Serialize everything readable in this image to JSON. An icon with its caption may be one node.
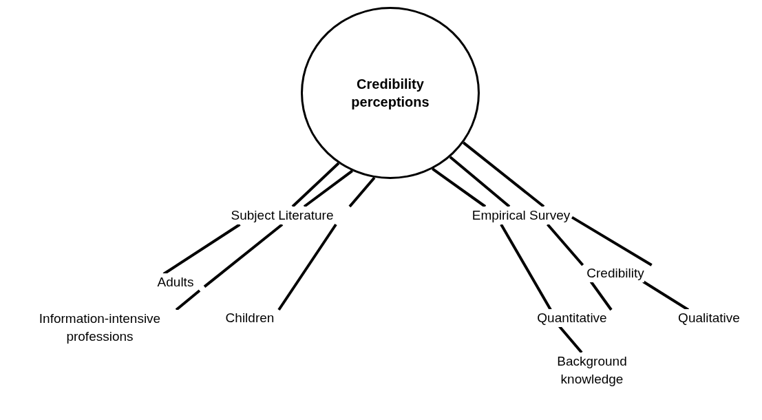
{
  "diagram": {
    "nodes": [
      {
        "text": [
          "Credibility perceptions"
        ]
      },
      {
        "text": [
          "Subject Literature"
        ]
      },
      {
        "text": [
          "Adults"
        ]
      },
      {
        "text": [
          "Information-intensive professions"
        ]
      },
      {
        "text": [
          "Children"
        ]
      },
      {
        "text": [
          "Empirical Survey"
        ]
      },
      {
        "text": [
          "Credibility"
        ]
      },
      {
        "text": [
          "Quantitative"
        ]
      },
      {
        "text": [
          "Qualitative"
        ]
      },
      {
        "text": [
          "Background knowledge"
        ]
      }
    ],
    "edges": [
      {
        "from": 0,
        "to": 1,
        "arrow": "none"
      },
      {
        "from": 0,
        "to": 1,
        "arrow": "none"
      },
      {
        "from": 0,
        "to": 1,
        "arrow": "none"
      },
      {
        "from": 1,
        "to": 2,
        "arrow": "none"
      },
      {
        "from": 1,
        "to": 2,
        "arrow": "none"
      },
      {
        "from": 2,
        "to": 3,
        "arrow": "none"
      },
      {
        "from": 1,
        "to": 4,
        "arrow": "none"
      },
      {
        "from": 0,
        "to": 5,
        "arrow": "none"
      },
      {
        "from": 0,
        "to": 5,
        "arrow": "none"
      },
      {
        "from": 0,
        "to": 5,
        "arrow": "none"
      },
      {
        "from": 5,
        "to": 7,
        "arrow": "none"
      },
      {
        "from": 5,
        "to": 6,
        "arrow": "none"
      },
      {
        "from": 5,
        "to": 6,
        "arrow": "none"
      },
      {
        "from": 6,
        "to": 7,
        "arrow": "none"
      },
      {
        "from": 6,
        "to": 8,
        "arrow": "none"
      },
      {
        "from": 7,
        "to": 9,
        "arrow": "none"
      }
    ]
  }
}
